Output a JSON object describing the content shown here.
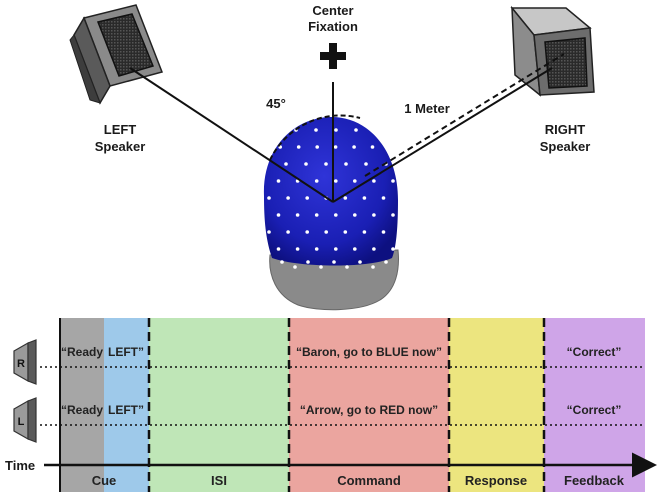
{
  "setup": {
    "left_speaker_label_line1": "LEFT",
    "left_speaker_label_line2": "Speaker",
    "right_speaker_label_line1": "RIGHT",
    "right_speaker_label_line2": "Speaker",
    "fixation_label_line1": "Center",
    "fixation_label_line2": "Fixation",
    "fixation_symbol": "+",
    "angle_label": "45°",
    "distance_label": "1 Meter"
  },
  "timeline": {
    "time_label": "Time",
    "rows": [
      {
        "speaker_letter": "R",
        "ready_text": "“Ready",
        "cue_text": "LEFT”",
        "command_text": "“Baron, go to BLUE now”",
        "feedback_text": "“Correct”"
      },
      {
        "speaker_letter": "L",
        "ready_text": "“Ready",
        "cue_text": "LEFT”",
        "command_text": "“Arrow, go to RED now”",
        "feedback_text": "“Correct”"
      }
    ],
    "phases": [
      {
        "label": "Cue",
        "color": "#9ec9ea"
      },
      {
        "label": "ISI",
        "color": "#bfe6b7"
      },
      {
        "label": "Command",
        "color": "#eba59f"
      },
      {
        "label": "Response",
        "color": "#ece57f"
      },
      {
        "label": "Feedback",
        "color": "#cfa5e8"
      }
    ],
    "pre_cue_color": "#a6a6a6"
  }
}
